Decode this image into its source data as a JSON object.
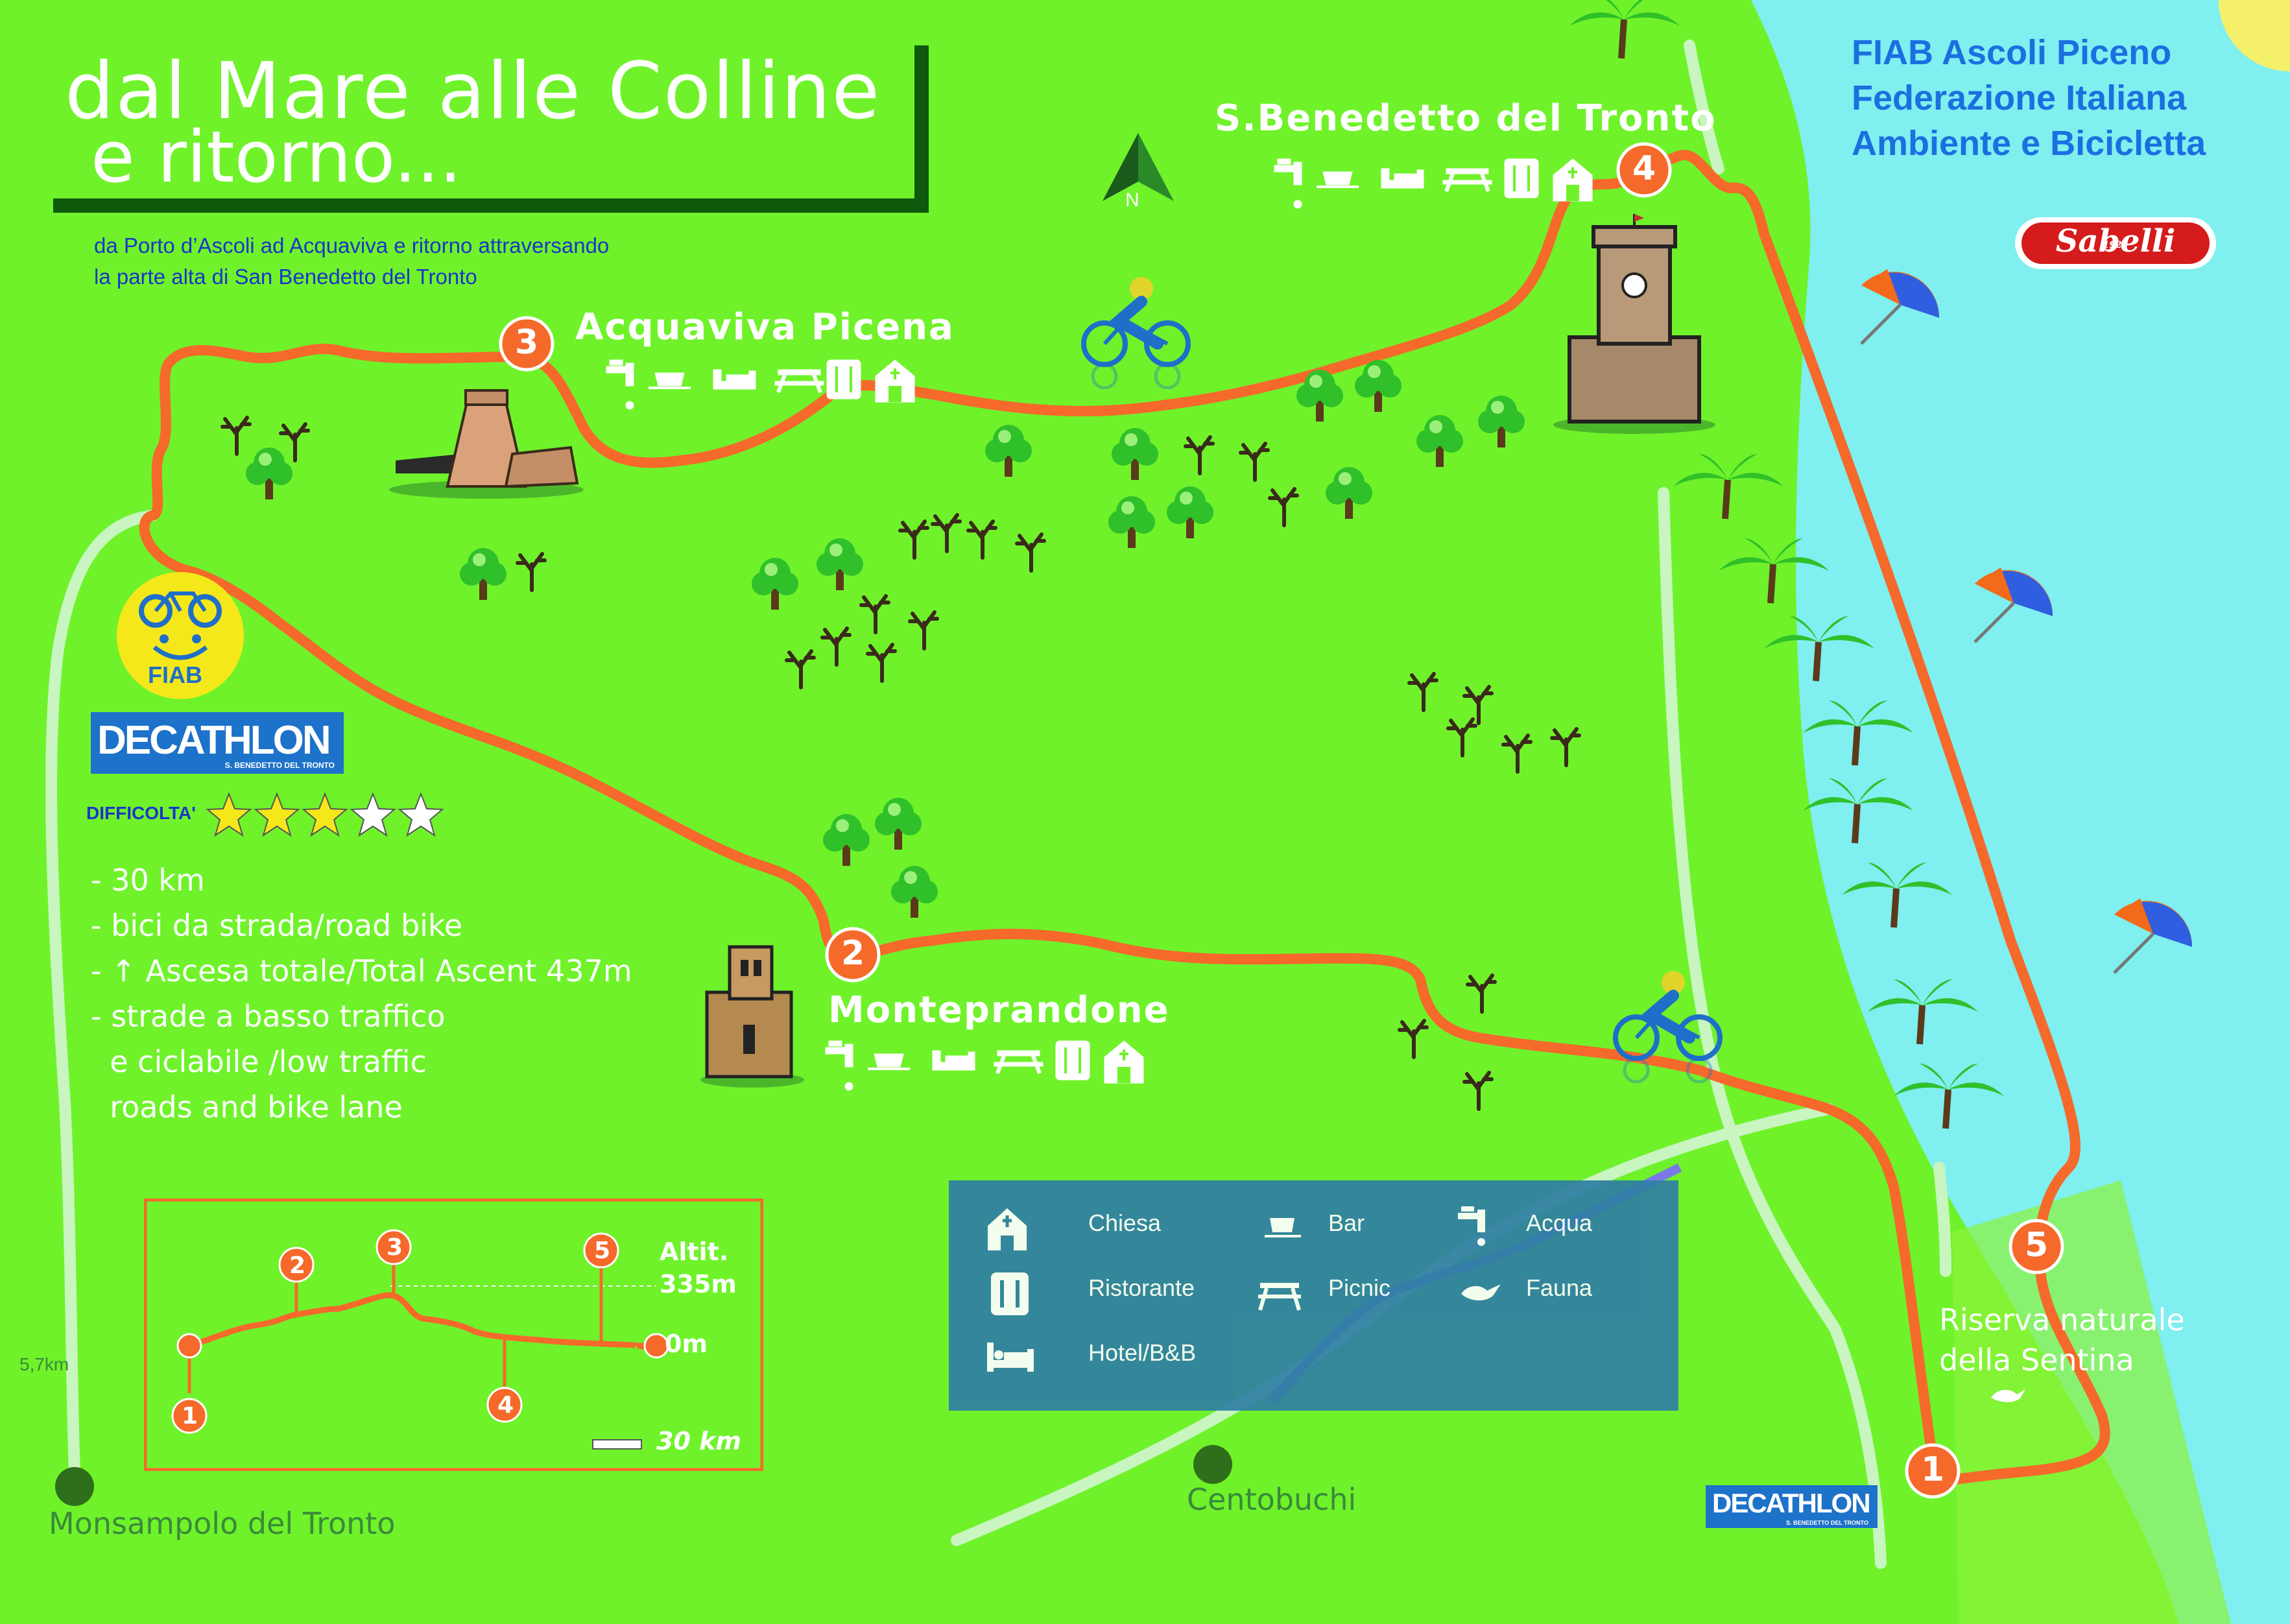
{
  "title": {
    "line1": "dal Mare alle Colline",
    "line2": "e ritorno...",
    "subtitle_line1": "da Porto d’Ascoli ad Acquaviva e ritorno attraversando",
    "subtitle_line2": "la parte alta di San Benedetto del Tronto"
  },
  "organization": {
    "line1": "FIAB Ascoli Piceno",
    "line2": "Federazione Italiana",
    "line3": "Ambiente e Bicicletta"
  },
  "sponsor": {
    "name": "Sabelli",
    "year": "1921"
  },
  "logos": {
    "fiab": "FIAB",
    "decathlon": "DECATHLON",
    "decathlon_sub": "S. BENEDETTO DEL TRONTO"
  },
  "compass": {
    "label": "N"
  },
  "places": {
    "sbenedetto": "S.Benedetto del Tronto",
    "acquaviva": "Acquaviva Picena",
    "monteprandone": "Monteprandone",
    "riserva_line1": "Riserva naturale",
    "riserva_line2": "della Sentina",
    "centobuchi": "Centobuchi",
    "monsampolo": "Monsampolo del Tronto",
    "distance_label": "5,7km"
  },
  "waypoints": [
    "1",
    "2",
    "3",
    "4",
    "5"
  ],
  "difficulty": {
    "label": "DIFFICOLTA'",
    "rating": 3,
    "max": 5
  },
  "route_info": [
    "- 30 km",
    "- bici da strada/road bike",
    "- ↑ Ascesa totale/Total Ascent 437m",
    "- strade a basso traffico",
    "  e ciclabile /low traffic",
    "  roads and bike lane"
  ],
  "profile": {
    "altitude_label_line1": "Altit.",
    "altitude_label_line2": "335m",
    "zero_label": "0m",
    "distance_label": "30 km"
  },
  "legend": {
    "chiesa": "Chiesa",
    "bar": "Bar",
    "acqua": "Acqua",
    "ristorante": "Ristorante",
    "picnic": "Picnic",
    "fauna": "Fauna",
    "hotel": "Hotel/B&B"
  },
  "colors": {
    "grass": "#6ff22a",
    "route": "#f5692b",
    "sea": "#7fefef",
    "road": "#c8f5c0",
    "river": "#7a78e6",
    "legend_bg": "#2f7fa4",
    "text_blue": "#1c6fe0"
  }
}
